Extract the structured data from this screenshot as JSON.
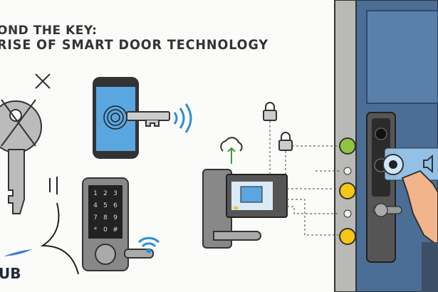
{
  "title": {
    "line1": "OND THE KEY:",
    "line2": "RISE OF SMART DOOR TECHNOLOGY"
  },
  "logo": {
    "text": "UB"
  },
  "keypad": {
    "keys": [
      "1",
      "2",
      "3",
      "4",
      "5",
      "6",
      "7",
      "8",
      "9",
      "*",
      "0",
      "#"
    ]
  },
  "colors": {
    "door": "#4a6e96",
    "screen": "#5aa6e0",
    "green": "#8cc63f",
    "yellow": "#f5c518",
    "outline": "#333333"
  },
  "icons": [
    "crossed-key-icon",
    "smartphone-fingerprint-icon",
    "key-icon",
    "sound-waves-icon",
    "keypad-lock-icon",
    "wifi-icon",
    "cloud-upload-icon",
    "padlock-icon",
    "smart-hub-icon",
    "door-handle-icon",
    "video-doorbell-icon",
    "speaker-icon",
    "hand-icon",
    "gear-icon"
  ]
}
